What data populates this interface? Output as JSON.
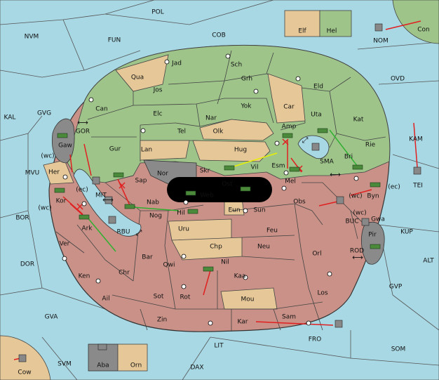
{
  "map": {
    "colors": {
      "sea": "#a8d8e4",
      "green_power": "#9ec48a",
      "tan_power": "#e6c898",
      "red_power": "#c99187",
      "neutral": "#8a8a8a",
      "move_order": "#e02020",
      "support_order": "#e8f000",
      "convoy_order": "#30b030"
    },
    "sea_labels": [
      "POL",
      "NVM",
      "FUN",
      "COB",
      "OVD",
      "KAL",
      "GVG",
      "GOR",
      "MVU",
      "MIT",
      "BOR",
      "RBU",
      "SMA",
      "KAM",
      "BUC",
      "ROD",
      "KUP",
      "ALT",
      "DOR",
      "GVP",
      "GVA",
      "FRO",
      "SOM",
      "LIT",
      "SVM",
      "DAX",
      "TEI",
      "NOM",
      "Con",
      "Cow"
    ],
    "land_labels": [
      "Jad",
      "Sch",
      "Qua",
      "Jos",
      "Grh",
      "Eld",
      "Can",
      "Yok",
      "Car",
      "Elc",
      "Nar",
      "Uta",
      "Kat",
      "Gaw",
      "Tel",
      "Olk",
      "Amp",
      "Lan",
      "Hug",
      "Rie",
      "Gur",
      "Her",
      "Nor",
      "Skr",
      "Vil",
      "Esm",
      "Bri",
      "Sap",
      "Ost",
      "Mel",
      "Byn",
      "Web",
      "Nab",
      "Kor",
      "Obs",
      "Sun",
      "Eun",
      "Hil",
      "Nog",
      "Gwa",
      "Ark",
      "Uru",
      "Feu",
      "Pir",
      "Ver",
      "Chp",
      "Neu",
      "Orl",
      "Bar",
      "Qwi",
      "Nil",
      "Ken",
      "Chr",
      "Kaa",
      "Los",
      "Sot",
      "Rot",
      "Ail",
      "Mou",
      "Zin",
      "Kar",
      "Sam"
    ],
    "box_labels": [
      "Elf",
      "Hel",
      "Aba",
      "Orn"
    ],
    "coast_labels": [
      "(wc)",
      "(ec)",
      "(wc)",
      "(wc)",
      "(ec)",
      "(wc)"
    ]
  }
}
